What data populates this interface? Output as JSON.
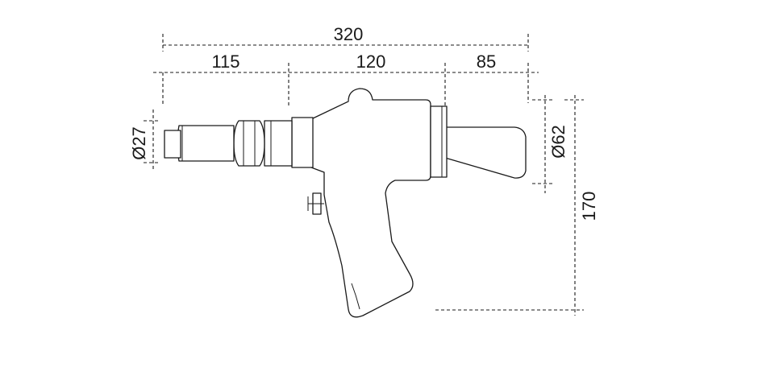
{
  "dimensions": {
    "overall_length": "320",
    "nose_length": "115",
    "body_length": "120",
    "rear_length": "85",
    "nose_diameter": "Ø27",
    "rear_diameter": "Ø62",
    "total_height": "170"
  }
}
